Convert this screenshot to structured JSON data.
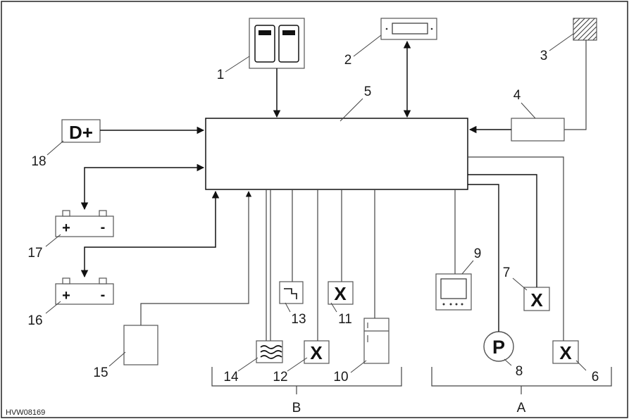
{
  "diagram": {
    "code": "HVW08169",
    "group_labels": {
      "a": "A",
      "b": "B"
    },
    "symbols": {
      "dplus": "D+",
      "x": "X",
      "p": "P",
      "plus": "+",
      "minus": "-"
    },
    "callouts": {
      "c1": "1",
      "c2": "2",
      "c3": "3",
      "c4": "4",
      "c5": "5",
      "c6": "6",
      "c7": "7",
      "c8": "8",
      "c9": "9",
      "c10": "10",
      "c11": "11",
      "c12": "12",
      "c13": "13",
      "c14": "14",
      "c15": "15",
      "c16": "16",
      "c17": "17",
      "c18": "18"
    }
  }
}
